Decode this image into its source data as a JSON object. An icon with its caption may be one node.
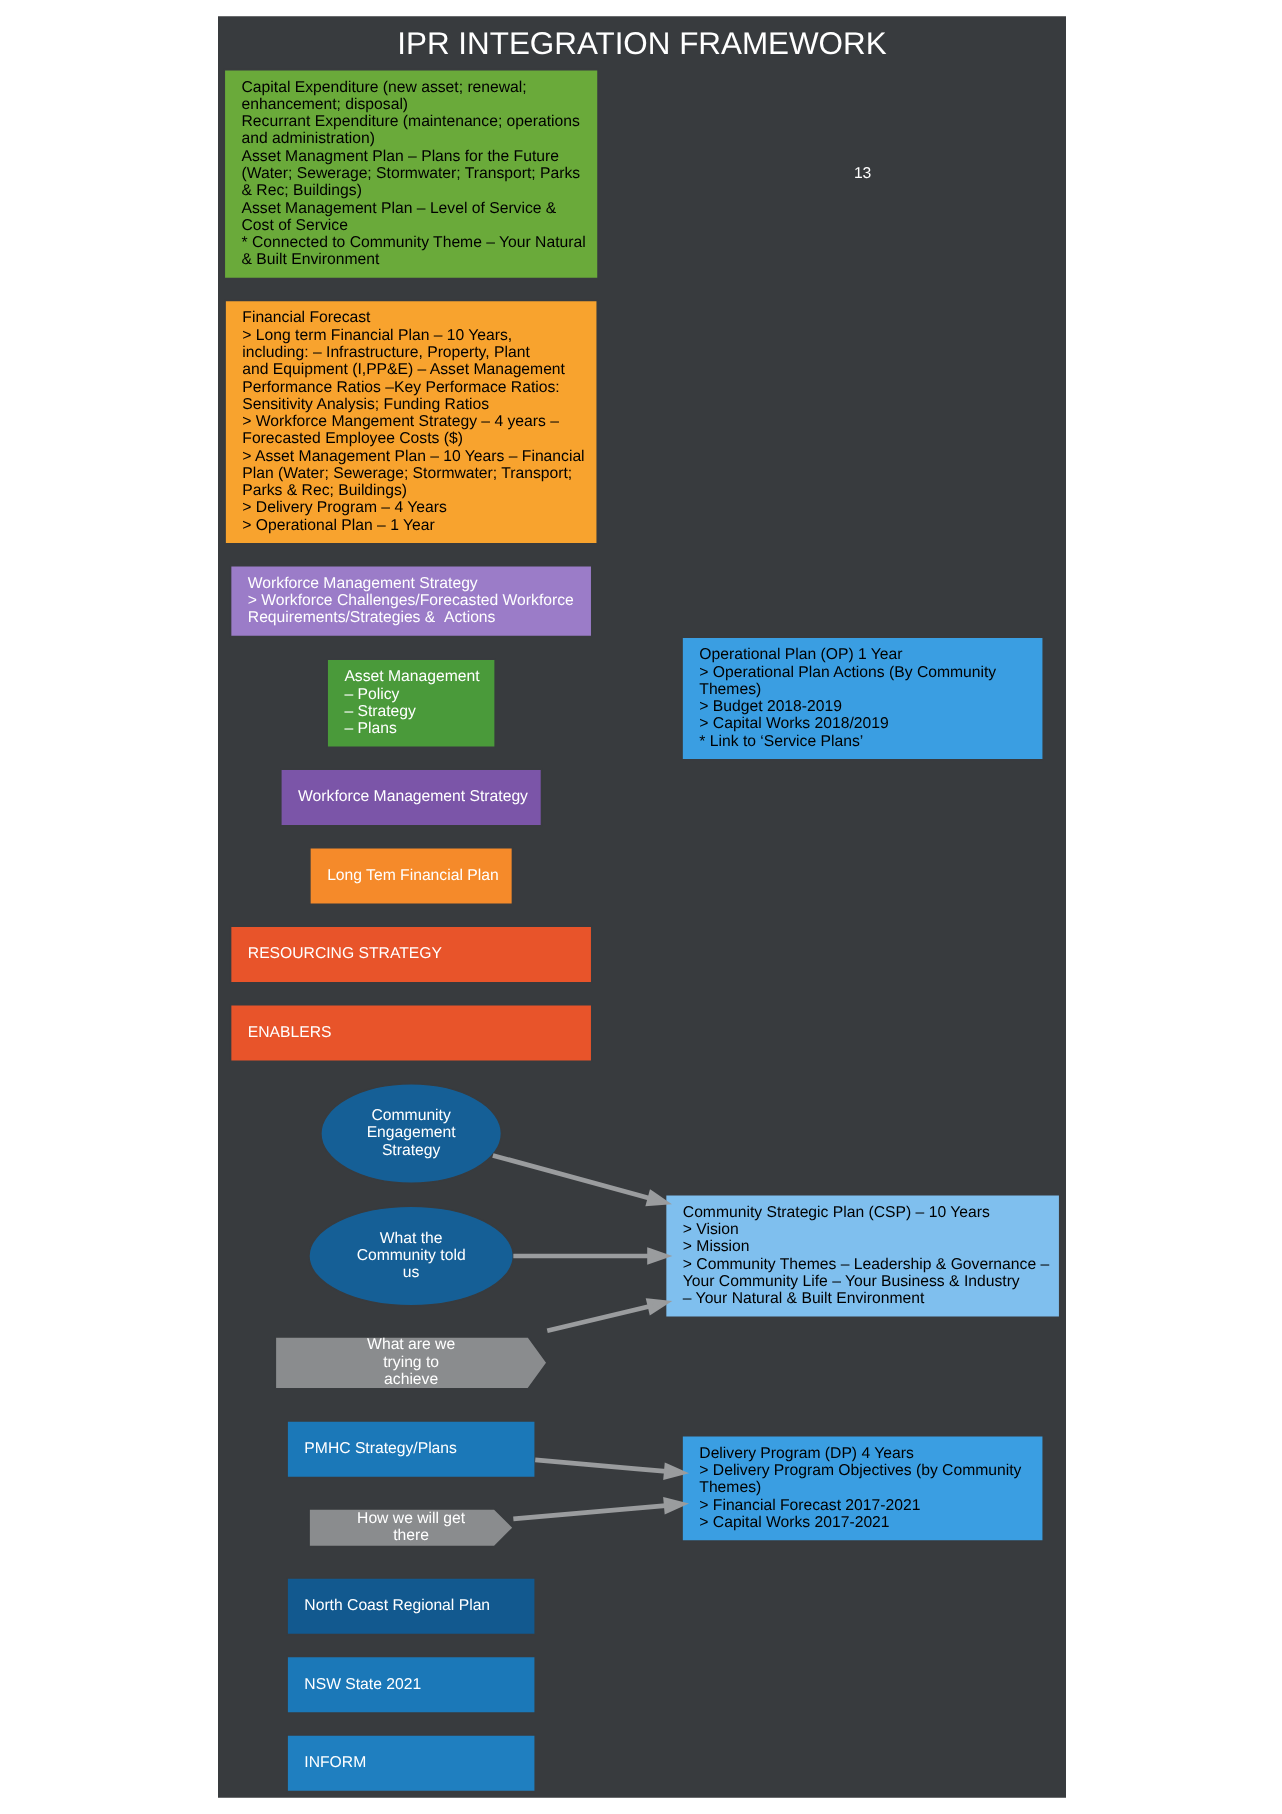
{
  "diagram": {
    "title": "IPR INTEGRATION FRAMEWORK",
    "nodes": [
      {
        "text": [
          "INFORM"
        ]
      },
      {
        "text": [
          "NSW State 2021"
        ]
      },
      {
        "text": [
          "North Coast Regional Plan"
        ]
      },
      {
        "text": [
          "PMHC Strategy/Plans"
        ]
      },
      {
        "text": [
          "Community Engagement Strategy"
        ]
      },
      {
        "text": [
          "What the Community told us"
        ]
      },
      {
        "text": [
          "How we will get there"
        ]
      },
      {
        "text": [
          "What are we trying to achieve"
        ]
      },
      {
        "text": [
          "Community Strategic Plan (CSP) – 10 Years",
          "> Vision",
          "> Mission",
          "> Community Themes – Leadership & Governance – Your Community Life – Your Business & Industry – Your Natural & Built Environment"
        ]
      },
      {
        "text": [
          "Delivery Program (DP) 4 Years",
          "> Delivery Program Objectives (by Community Themes)",
          "> Financial Forecast 2017-2021",
          "> Capital Works 2017-2021"
        ]
      },
      {
        "text": [
          "Operational Plan (OP) 1 Year",
          "> Operational Plan Actions (By Community Themes)",
          "> Budget 2018-2019",
          "> Capital Works 2018/2019",
          "* Link to ‘Service Plans’"
        ]
      },
      {
        "text": [
          "ENABLERS"
        ]
      },
      {
        "text": [
          "RESOURCING STRATEGY"
        ]
      },
      {
        "text": [
          "Long Tem Financial Plan"
        ]
      },
      {
        "text": [
          "Workforce Management Strategy"
        ]
      },
      {
        "text": [
          "Asset Management",
          "– Policy",
          "– Strategy",
          "– Plans"
        ]
      },
      {
        "text": [
          "Workforce Management Strategy",
          "> Workforce Challenges/Forecasted Workforce Requirements/Strategies &  Actions"
        ]
      },
      {
        "text": [
          "Financial Forecast",
          "> Long term Financial Plan – 10 Years, including: – Infrastructure, Property, Plant and Equipment (I,PP&E) – Asset Management Performance Ratios –Key Performace Ratios: Sensitivity Analysis; Funding Ratios",
          "> Workforce Mangement Strategy – 4 years – Forecasted Employee Costs ($)",
          "> Asset Management Plan – 10 Years – Financial Plan (Water; Sewerage; Stormwater; Transport; Parks & Rec; Buildings)",
          "> Delivery Program – 4 Years",
          "> Operational Plan – 1 Year"
        ]
      },
      {
        "text": [
          "Capital Expenditure (new asset; renewal; enhancement; disposal)",
          "Recurrant Expenditure (maintenance; operations and administration)",
          "Asset Managment Plan – Plans for the Future  (Water; Sewerage; Stormwater; Transport; Parks & Rec; Buildings)",
          "Asset Management Plan – Level of Service & Cost of Service",
          "* Connected to Community Theme – Your Natural & Built Environment"
        ]
      }
    ],
    "edges": [
      {
        "from": 4,
        "to": 8,
        "arrow": "to"
      },
      {
        "from": 5,
        "to": 8,
        "arrow": "to"
      },
      {
        "from": 3,
        "to": 9,
        "arrow": "to"
      },
      {
        "from": 6,
        "to": 9,
        "arrow": "to"
      },
      {
        "from": 7,
        "to": 8,
        "arrow": "to"
      }
    ],
    "labels": [
      "13"
    ]
  }
}
